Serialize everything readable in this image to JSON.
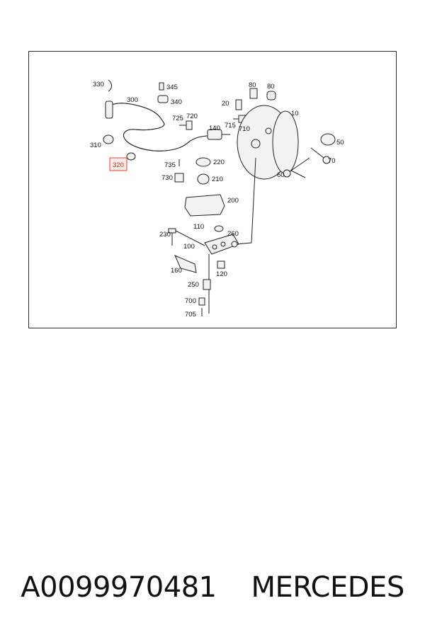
{
  "diagram": {
    "part_labels": [
      {
        "id": "p330",
        "text": "330"
      },
      {
        "id": "p345",
        "text": "345"
      },
      {
        "id": "p300",
        "text": "300"
      },
      {
        "id": "p340",
        "text": "340"
      },
      {
        "id": "p80a",
        "text": "80"
      },
      {
        "id": "p80b",
        "text": "80"
      },
      {
        "id": "p20",
        "text": "20"
      },
      {
        "id": "p725",
        "text": "725"
      },
      {
        "id": "p720",
        "text": "720"
      },
      {
        "id": "p10",
        "text": "10"
      },
      {
        "id": "p715",
        "text": "715"
      },
      {
        "id": "p710",
        "text": "710"
      },
      {
        "id": "p140",
        "text": "140"
      },
      {
        "id": "p310",
        "text": "310"
      },
      {
        "id": "p50",
        "text": "50"
      },
      {
        "id": "p70",
        "text": "70"
      },
      {
        "id": "p735",
        "text": "735"
      },
      {
        "id": "p220",
        "text": "220"
      },
      {
        "id": "p730",
        "text": "730"
      },
      {
        "id": "p210",
        "text": "210"
      },
      {
        "id": "p60",
        "text": "60"
      },
      {
        "id": "p200",
        "text": "200"
      },
      {
        "id": "p110",
        "text": "110"
      },
      {
        "id": "p230",
        "text": "230"
      },
      {
        "id": "p260",
        "text": "260"
      },
      {
        "id": "p100",
        "text": "100"
      },
      {
        "id": "p160",
        "text": "160"
      },
      {
        "id": "p120",
        "text": "120"
      },
      {
        "id": "p250",
        "text": "250"
      },
      {
        "id": "p700",
        "text": "700"
      },
      {
        "id": "p705",
        "text": "705"
      }
    ],
    "highlighted_label": "320",
    "highlight_color": "#c0392b"
  },
  "caption": {
    "part_number": "A0099970481",
    "brand": "MERCEDES"
  }
}
